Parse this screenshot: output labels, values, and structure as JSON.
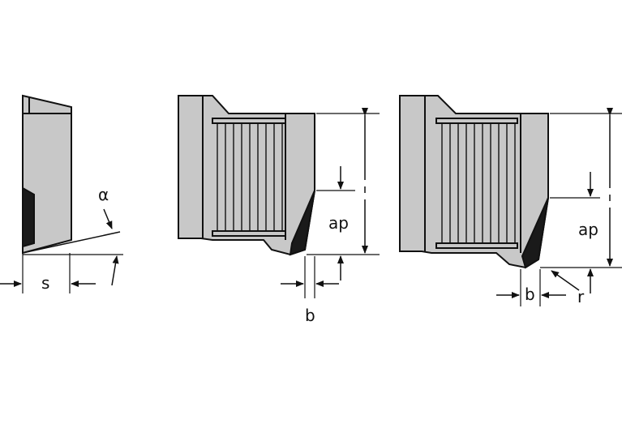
{
  "labels": {
    "alpha": "α",
    "s": "s",
    "ap_middle": "ap",
    "b_middle": "b",
    "ap_right": "ap",
    "b_right": "b",
    "r": "r"
  },
  "colors": {
    "body_fill": "#c8c8c8",
    "dark_fill": "#1a1a1a",
    "stroke": "#111111",
    "background": "#ffffff"
  }
}
